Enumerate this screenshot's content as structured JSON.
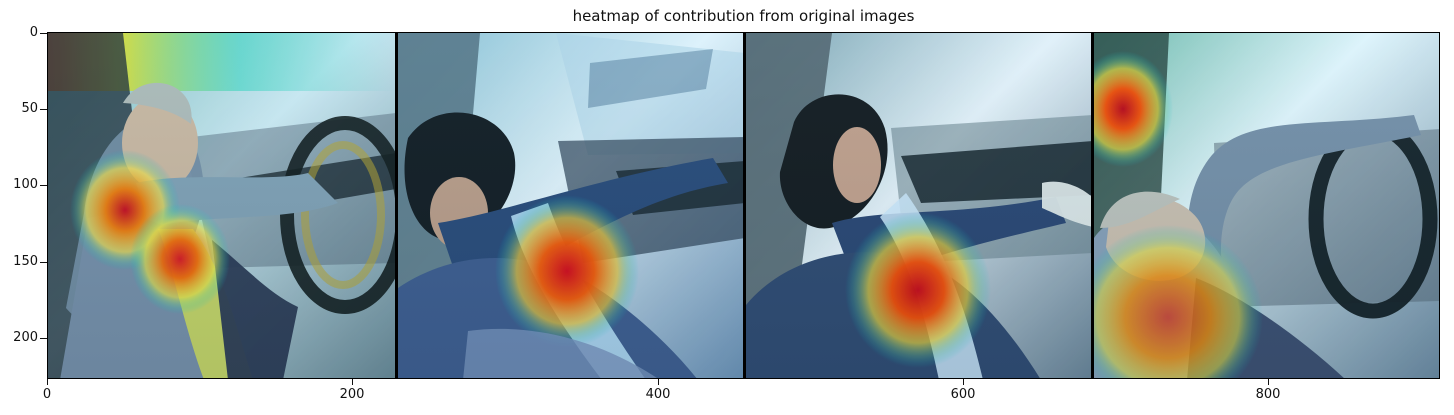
{
  "figure": {
    "title": "heatmap of contribution from original images"
  },
  "axis": {
    "y_ticks": [
      "0",
      "50",
      "100",
      "150",
      "200"
    ],
    "x_ticks": [
      "0",
      "200",
      "400",
      "600",
      "800"
    ]
  },
  "panels": [
    {
      "subject": "woman driving with both hands on the steering wheel",
      "heat": "warm hotspots on shoulder and chest"
    },
    {
      "subject": "woman leaning forward and down toward the passenger side",
      "heat": "red hotspot on torso"
    },
    {
      "subject": "woman turned toward the window while holding steering wheel",
      "heat": "red hotspot on lower torso"
    },
    {
      "subject": "person reclined with head tilted back, hand raised on wheel",
      "heat": "red hotspot upper left and warm lower left"
    }
  ]
}
